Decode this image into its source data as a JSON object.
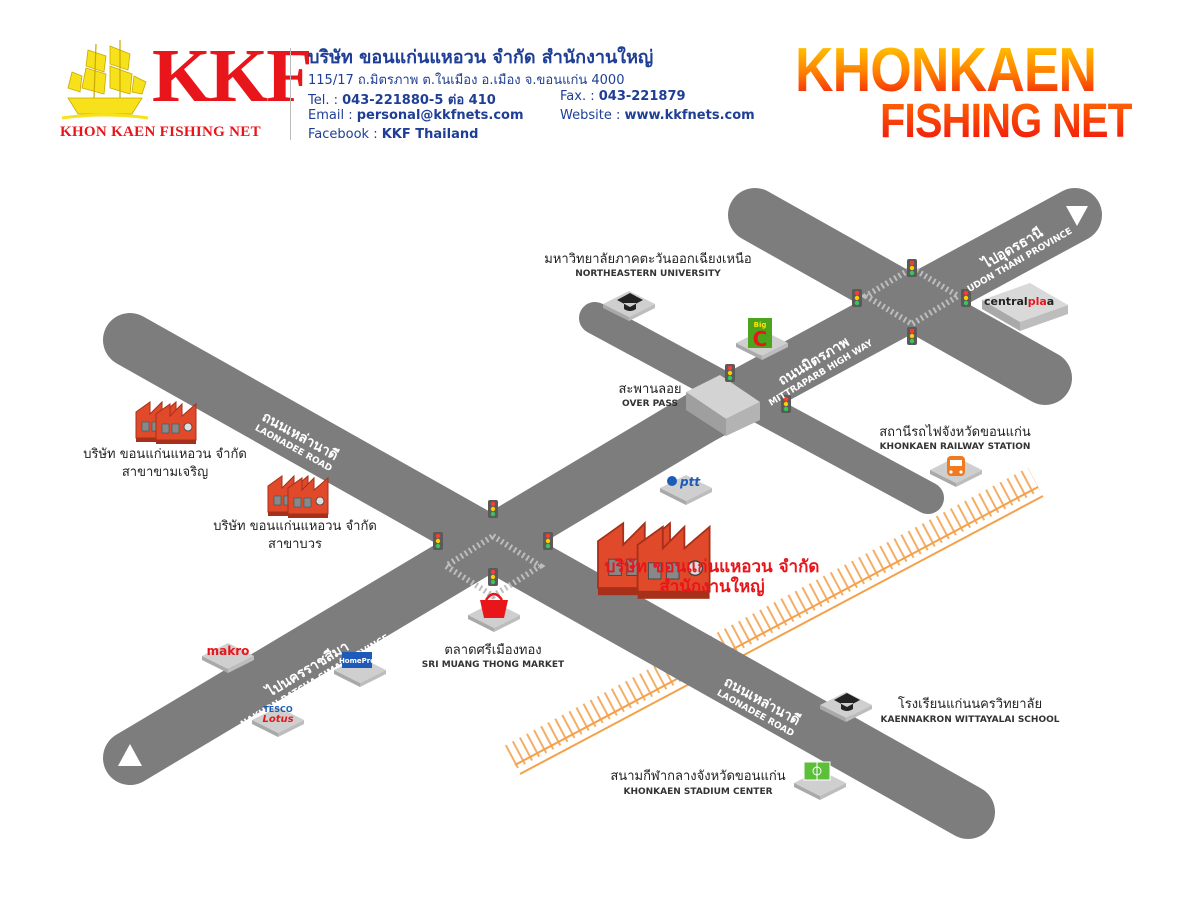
{
  "header": {
    "logo_text": "KKF",
    "logo_subtitle": "KHON KAEN FISHING NET",
    "company_name": "บริษัท ขอนแก่นแหอวน จำกัด สำนักงานใหญ่",
    "address": "115/17 ถ.มิตรภาพ ต.ในเมือง อ.เมือง จ.ขอนแก่น 4000",
    "tel_label": "Tel. : ",
    "tel_value": "043-221880-5 ต่อ 410",
    "fax_label": "Fax. : ",
    "fax_value": "043-221879",
    "email_label": "Email : ",
    "email_value": "personal@kkfnets.com",
    "website_label": "Website : ",
    "website_value": "www.kkfnets.com",
    "facebook_label": "Facebook : ",
    "facebook_value": "KKF Thailand",
    "brand_line1": "KHONKAEN",
    "brand_line2": "FISHING NET"
  },
  "roads": {
    "laonadee_th": "ถนนเหล่านาดี",
    "laonadee_en": "LAONADEE ROAD",
    "mittraparb_th": "ถนนมิตรภาพ",
    "mittraparb_en": "MITTRAPARB HIGH WAY",
    "udon_th": "ไปอุดรธานี",
    "udon_en": "UDON THANI PROVINCE",
    "nakhon_th": "ไปนครราชสีมา",
    "nakhon_en": "NAKHON RATCHA SIMA PROVINCE"
  },
  "places": {
    "university_th": "มหาวิทยาลัยภาคตะวันออกเฉียงเหนือ",
    "university_en": "NORTHEASTERN UNIVERSITY",
    "overpass_th": "สะพานลอย",
    "overpass_en": "OVER PASS",
    "railway_th": "สถานีรถไฟจังหวัดขอนแก่น",
    "railway_en": "KHONKAEN RAILWAY STATION",
    "branch1_line1": "บริษัท ขอนแก่นแหอวน จำกัด",
    "branch1_line2": "สาขาขามเจริญ",
    "branch2_line1": "บริษัท ขอนแก่นแหอวน จำกัด",
    "branch2_line2": "สาขาบวร",
    "hq_line1": "บริษัท ขอนแก่นแหอวน จำกัด",
    "hq_line2": "สำนักงานใหญ่",
    "market_th": "ตลาดศรีเมืองทอง",
    "market_en": "SRI MUANG THONG MARKET",
    "school_th": "โรงเรียนแก่นนครวิทยาลัย",
    "school_en": "KAENNAKRON WITTAYALAI SCHOOL",
    "stadium_th": "สนามกีฬากลางจังหวัดขอนแก่น",
    "stadium_en": "KHONKAEN STADIUM CENTER"
  },
  "brands": {
    "central_a": "central",
    "central_b": "pla",
    "central_c": "a",
    "bigc_a": "Big",
    "bigc_b": "C",
    "ptt": "ptt",
    "makro": "makro",
    "homepro": "HomePro",
    "tesco": "TESCO",
    "lotus": "Lotus"
  },
  "colors": {
    "road": "#7d7d7d",
    "brand_red": "#e8161b",
    "info_blue": "#1e3f95",
    "rail": "#f3a14b"
  }
}
